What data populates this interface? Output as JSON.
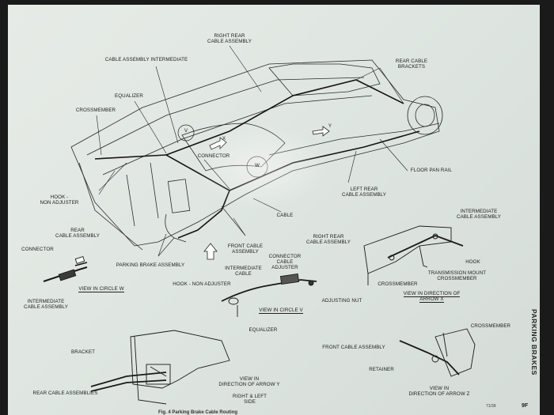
{
  "page": {
    "side_tab": "PARKING BRAKES",
    "page_number": "9F",
    "figure_code": "71/39",
    "caption": "Fig. 4 Parking Brake Cable Routing"
  },
  "labels": {
    "right_rear_cable": "RIGHT REAR\nCABLE ASSEMBLY",
    "cable_intermediate": "CABLE ASSEMBLY INTERMEDIATE",
    "rear_cable_brackets": "REAR CABLE\nBRACKETS",
    "equalizer": "EQUALIZER",
    "crossmember": "CROSSMEMBER",
    "connector": "CONNECTOR",
    "floor_pan_rail": "FLOOR PAN RAIL",
    "hook_non_adjuster": "HOOK -\nNON ADJUSTER",
    "left_rear_cable": "LEFT REAR\nCABLE ASSEMBLY",
    "cable": "CABLE",
    "front_cable_assembly": "FRONT CABLE\nASSEMBLY",
    "parking_brake_assembly": "PARKING BRAKE ASSEMBLY",
    "arrow_x": "X",
    "arrow_y": "Y",
    "arrow_w": "W",
    "arrow_v": "V"
  },
  "detail_w": {
    "rear_cable": "REAR\nCABLE ASSEMBLY",
    "connector": "CONNECTOR",
    "intermediate_cable": "INTERMEDIATE\nCABLE ASSEMBLY",
    "view": "VIEW IN CIRCLE W"
  },
  "detail_v": {
    "right_rear_cable": "RIGHT REAR\nCABLE ASSEMBLY",
    "connector_cable_adjuster": "CONNECTOR\nCABLE\nADJUSTER",
    "intermediate_cable": "INTERMEDIATE\nCABLE",
    "hook_non_adjuster": "HOOK - NON ADJUSTER",
    "adjusting_nut": "ADJUSTING NUT",
    "equalizer": "EQUALIZER",
    "view": "VIEW IN CIRCLE V"
  },
  "detail_x": {
    "intermediate_cable": "INTERMEDIATE\nCABLE ASSEMBLY",
    "hook": "HOOK",
    "transmission_mount": "TRANSMISSION MOUNT\nCROSSMEMBER",
    "crossmember": "CROSSMEMBER",
    "view": "VIEW IN DIRECTION OF\nARROW X"
  },
  "detail_y": {
    "bracket": "BRACKET",
    "rear_cable_assemblies": "REAR CABLE ASSEMBLIES",
    "view": "VIEW IN\nDIRECTION OF ARROW Y",
    "side": "RIGHT & LEFT\nSIDE"
  },
  "detail_z": {
    "crossmember": "CROSSMEMBER",
    "front_cable": "FRONT CABLE ASSEMBLY",
    "retainer": "RETAINER",
    "view": "VIEW IN\nDIRECTION OF ARROW Z"
  }
}
